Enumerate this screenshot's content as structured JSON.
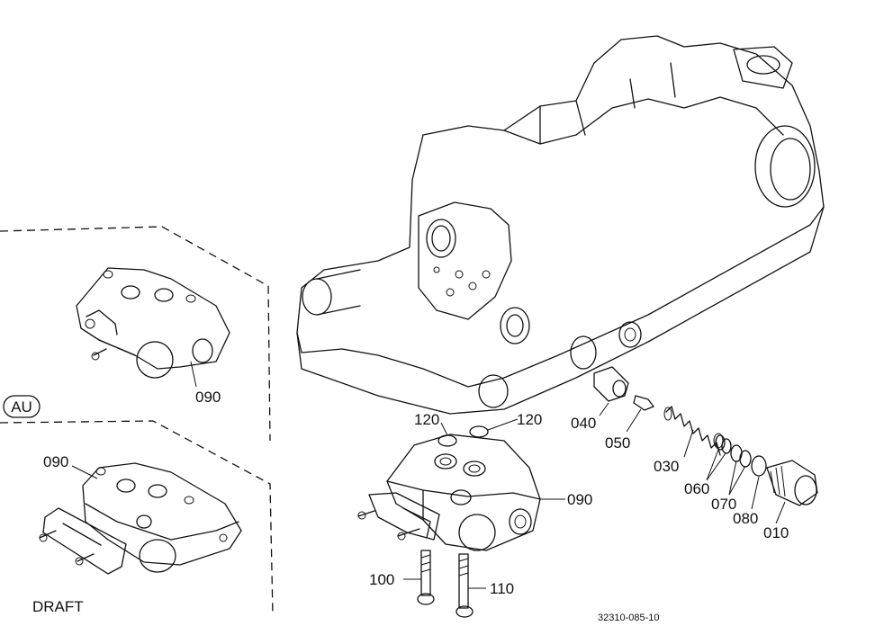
{
  "labels": {
    "p010": "010",
    "p030": "030",
    "p040": "040",
    "p050": "050",
    "p060": "060",
    "p070": "070",
    "p080": "080",
    "p090_main": "090",
    "p090_au": "090",
    "p090_draft": "090",
    "p100": "100",
    "p110": "110",
    "p120_left": "120",
    "p120_right": "120"
  },
  "variants": {
    "au": "AU",
    "draft": "DRAFT"
  },
  "diagram_code": "32310-085-10"
}
